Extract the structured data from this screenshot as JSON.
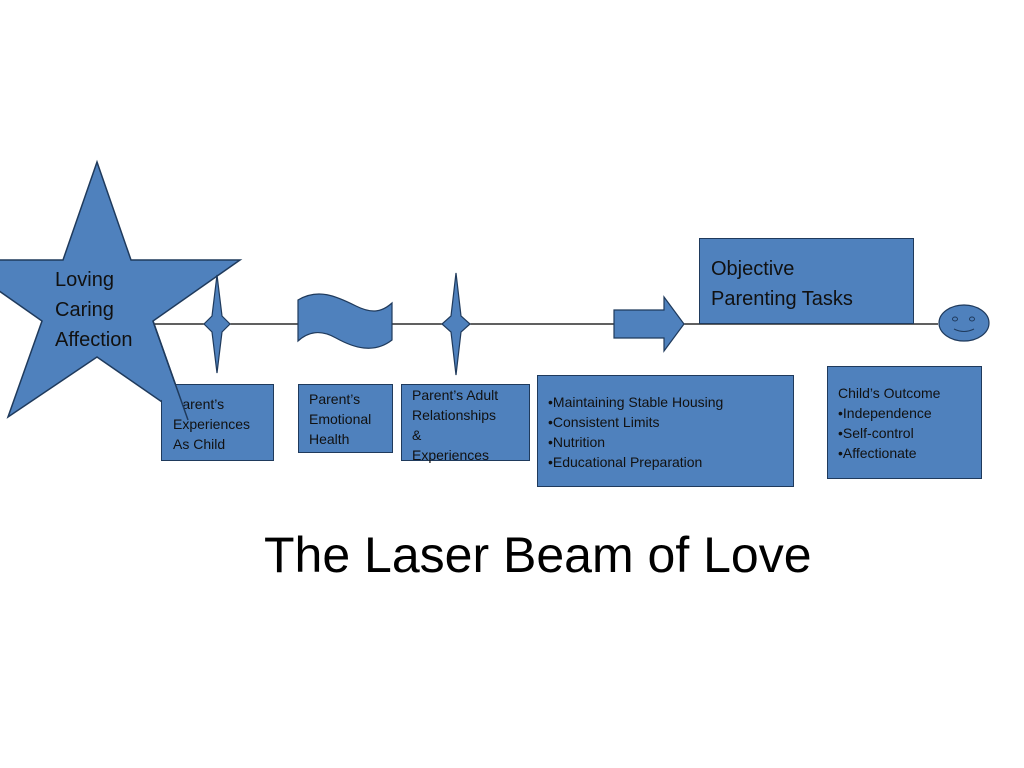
{
  "diagram": {
    "star_lines": [
      "Loving",
      "Caring",
      "Affection"
    ],
    "objective_box": [
      "Objective",
      "Parenting Tasks"
    ],
    "box_experiences": [
      "Parent’s",
      "Experiences",
      "As Child"
    ],
    "box_emotional": [
      "Parent’s",
      "Emotional",
      "Health"
    ],
    "box_adult": [
      "Parent’s Adult",
      "Relationships",
      "&",
      "Experiences"
    ],
    "box_tasks": [
      "•Maintaining Stable Housing",
      "•Consistent Limits",
      "•Nutrition",
      "•Educational Preparation"
    ],
    "box_outcome": [
      "Child’s Outcome",
      "•Independence",
      "•Self-control",
      "•Affectionate"
    ]
  },
  "title": "The Laser Beam of Love",
  "colors": {
    "fill": "#4f81bd",
    "stroke": "#1f3a5c",
    "line": "#000000"
  }
}
